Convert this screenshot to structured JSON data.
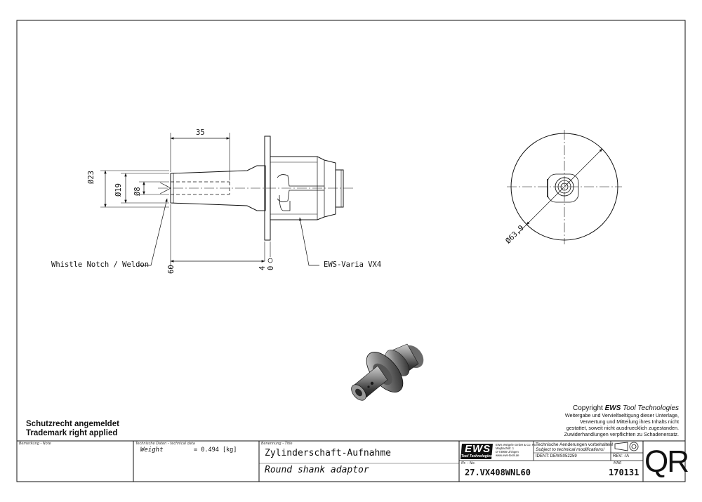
{
  "drawing": {
    "dimensions": {
      "length_35": "35",
      "dia_23": "Ø23",
      "dia_19": "Ø19",
      "dia_8": "Ø8",
      "len_60": "60",
      "len_4": "4",
      "len_0": "0",
      "dia_63_9": "Ø63,9"
    },
    "callouts": {
      "whistle_notch": "Whistle Notch / Weldon",
      "ews_varia": "EWS-Varia VX4"
    }
  },
  "notes": {
    "patent_de": "Schutzrecht angemeldet",
    "patent_en": "Trademark right applied"
  },
  "copyright": {
    "title_prefix": "Copyright ",
    "title_brand": "EWS",
    "title_suffix": " Tool Technologies",
    "lines": [
      "Weitergabe und Vervielfaeltigung dieser Unterlage,",
      "Verwertung und Mitteilung ihres Inhalts nicht",
      "gestattet, soweit nicht ausdruecklich zugestanden.",
      "Zuwiderhandlungen verpflichten zu Schadenersatz."
    ]
  },
  "title_block": {
    "remark_label": "Bemerkung - Note",
    "tech_label": "Technische Daten - technical data",
    "weight_label": "Weight",
    "weight_value": "= 0.494 [kg]",
    "designation_label": "Benennung - Title",
    "title_de": "Zylinderschaft-Aufnahme",
    "title_en": "Round shank adaptor",
    "logo_text": "EWS",
    "logo_sub": "Tool Technologies",
    "company_lines": [
      "EWS Weigele GmbH & Co. KG",
      "Maybachstr. 1",
      "D-73066 Uhingen",
      "www.ews-tools.de"
    ],
    "changes_de": "Technische Aenderungen vorbehalten!",
    "changes_en": "Subject to technical modifications!",
    "ident": "IDENT: DEWS052259",
    "rev": "REV: -/A",
    "nr_label": "Nr. - No.",
    "part_no": "27.VX408WNL60",
    "mnr_label": "MNR",
    "mnr": "170131",
    "qr": "QR"
  }
}
